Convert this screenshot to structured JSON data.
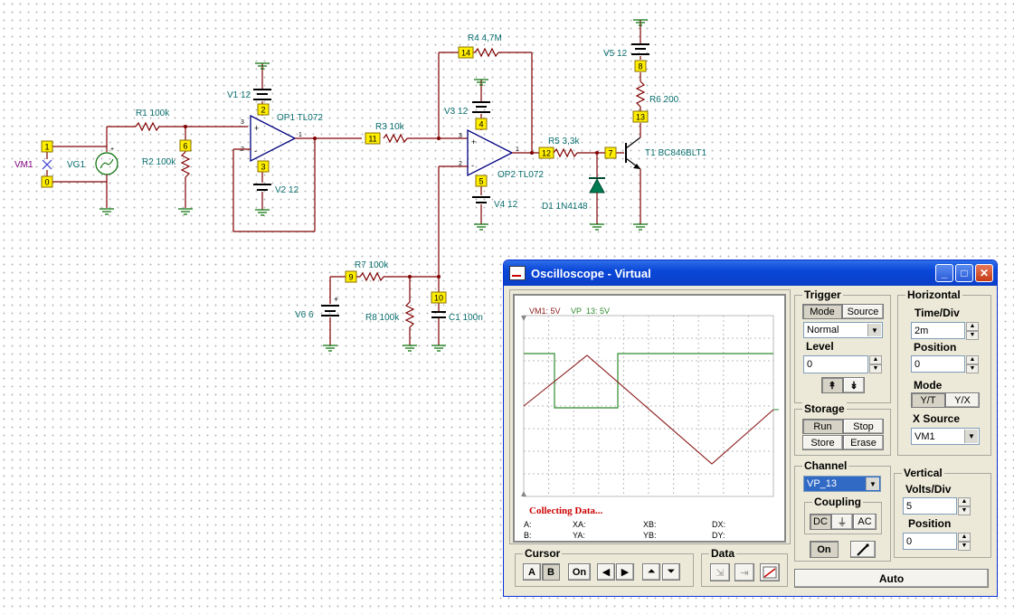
{
  "schematic": {
    "vm1": "VM1",
    "vg1": "VG1",
    "r1": "R1 100k",
    "r2": "R2 100k",
    "v1": "V1 12",
    "v2": "V2 12",
    "op1": "OP1 TL072",
    "r3": "R3 10k",
    "r4": "R4 4,7M",
    "v3": "V3 12",
    "v4": "V4 12",
    "op2": "OP2 TL072",
    "r5": "R5 3,3k",
    "d1": "D1 1N4148",
    "v5": "V5 12",
    "r6": "R6 200",
    "t1": "T1 BC846BLT1",
    "r7": "R7 100k",
    "v6": "V6 6",
    "r8": "R8 100k",
    "c1": "C1 100n",
    "nodes": [
      "1",
      "0",
      "6",
      "2",
      "3",
      "11",
      "14",
      "4",
      "5",
      "12",
      "7",
      "8",
      "13",
      "9",
      "10"
    ],
    "pins": [
      "3",
      "2",
      "1",
      "+",
      "-"
    ]
  },
  "oscilloscope": {
    "title": "Oscilloscope - Virtual",
    "title_buttons": [
      "_",
      "□",
      "✕"
    ],
    "screen": {
      "channel1_label": "VM1: 5V",
      "channel2_label": "VP_13: 5V",
      "status": "Collecting Data...",
      "readouts": [
        "A:",
        "XA:",
        "XB:",
        "DX:",
        "B:",
        "YA:",
        "YB:",
        "DY:"
      ]
    },
    "trigger": {
      "title": "Trigger",
      "mode_btn": "Mode",
      "source_btn": "Source",
      "mode_value": "Normal",
      "level_label": "Level",
      "level_value": "0"
    },
    "horizontal": {
      "title": "Horizontal",
      "timediv_label": "Time/Div",
      "timediv_value": "2m",
      "position_label": "Position",
      "position_value": "0",
      "mode_label": "Mode",
      "yt": "Y/T",
      "yx": "Y/X",
      "xsource_label": "X Source",
      "xsource_value": "VM1"
    },
    "storage": {
      "title": "Storage",
      "run": "Run",
      "stop": "Stop",
      "store": "Store",
      "erase": "Erase"
    },
    "channel": {
      "title": "Channel",
      "value": "VP_13",
      "coupling_title": "Coupling",
      "dc": "DC",
      "gnd": "⏚",
      "ac": "AC",
      "on": "On"
    },
    "vertical": {
      "title": "Vertical",
      "voltsdiv_label": "Volts/Div",
      "voltsdiv_value": "5",
      "position_label": "Position",
      "position_value": "0"
    },
    "cursor": {
      "title": "Cursor",
      "a": "A",
      "b": "B",
      "on": "On"
    },
    "data": {
      "title": "Data"
    },
    "auto": "Auto",
    "colors": {
      "vm1": "#8b1a1a",
      "vp13": "#2e8b2e",
      "status": "#cc0000"
    }
  }
}
